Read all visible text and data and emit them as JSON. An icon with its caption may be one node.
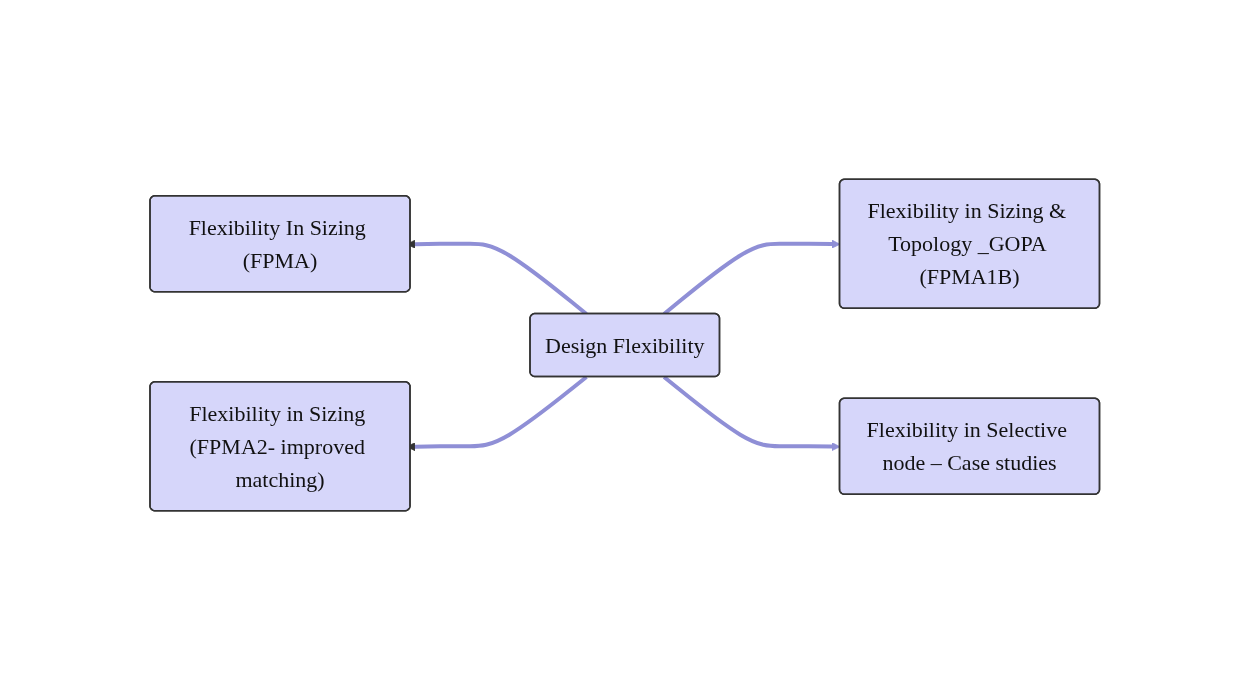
{
  "diagram": {
    "nodes": [
      {
        "text": [
          "Flexibility In Sizing (FPMA)"
        ]
      },
      {
        "text": [
          "Flexibility in Sizing & Topology _GOPA (FPMA1B)"
        ]
      },
      {
        "text": [
          "Design Flexibility"
        ]
      },
      {
        "text": [
          "Flexibility in Sizing (FPMA2- improved matching)"
        ]
      },
      {
        "text": [
          "Flexibility in Selective node – Case studies"
        ]
      }
    ],
    "edges": [
      {
        "from": 2,
        "to": 0,
        "arrow": "to"
      },
      {
        "from": 2,
        "to": 1,
        "arrow": "to"
      },
      {
        "from": 2,
        "to": 3,
        "arrow": "to"
      },
      {
        "from": 2,
        "to": 4,
        "arrow": "to"
      }
    ]
  }
}
